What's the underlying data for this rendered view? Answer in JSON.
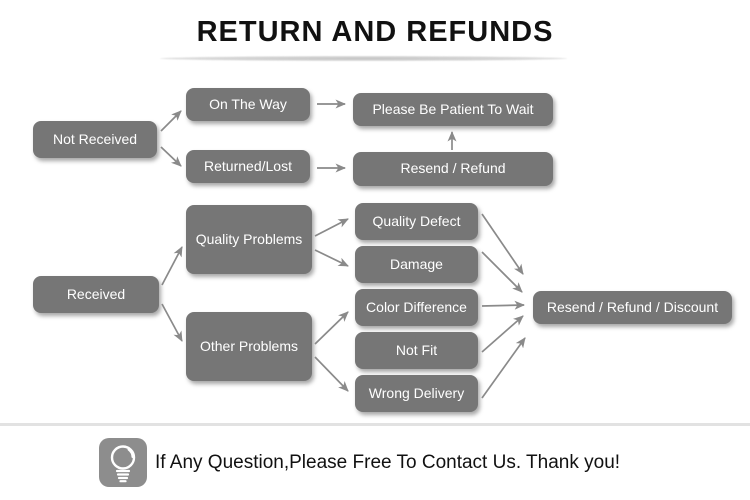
{
  "title": "RETURN AND REFUNDS",
  "flow": {
    "nodes": {
      "not_received": "Not Received",
      "on_the_way": "On The Way",
      "returned_lost": "Returned/Lost",
      "please_wait": "Please Be Patient To Wait",
      "resend_refund": "Resend / Refund",
      "received": "Received",
      "quality_problems": "Quality Problems",
      "other_problems": "Other Problems",
      "quality_defect": "Quality Defect",
      "damage": "Damage",
      "color_difference": "Color Difference",
      "not_fit": "Not Fit",
      "wrong_delivery": "Wrong Delivery",
      "resend_refund_discount": "Resend / Refund / Discount"
    },
    "edges": [
      [
        "not_received",
        "on_the_way"
      ],
      [
        "not_received",
        "returned_lost"
      ],
      [
        "on_the_way",
        "please_wait"
      ],
      [
        "returned_lost",
        "resend_refund"
      ],
      [
        "resend_refund",
        "please_wait"
      ],
      [
        "received",
        "quality_problems"
      ],
      [
        "received",
        "other_problems"
      ],
      [
        "quality_problems",
        "quality_defect"
      ],
      [
        "quality_problems",
        "damage"
      ],
      [
        "other_problems",
        "color_difference"
      ],
      [
        "other_problems",
        "wrong_delivery"
      ],
      [
        "quality_defect",
        "resend_refund_discount"
      ],
      [
        "damage",
        "resend_refund_discount"
      ],
      [
        "color_difference",
        "resend_refund_discount"
      ],
      [
        "not_fit",
        "resend_refund_discount"
      ],
      [
        "wrong_delivery",
        "resend_refund_discount"
      ]
    ]
  },
  "footer": {
    "icon": "lightbulb-icon",
    "message": "If Any Question,Please Free To Contact Us. Thank you!"
  },
  "colors": {
    "box": "#767676",
    "box_text": "#ffffff",
    "arrow": "#8a8a8a",
    "title_text": "#111111",
    "divider": "#e2e2e2",
    "icon_bg": "#8d8d8d"
  }
}
